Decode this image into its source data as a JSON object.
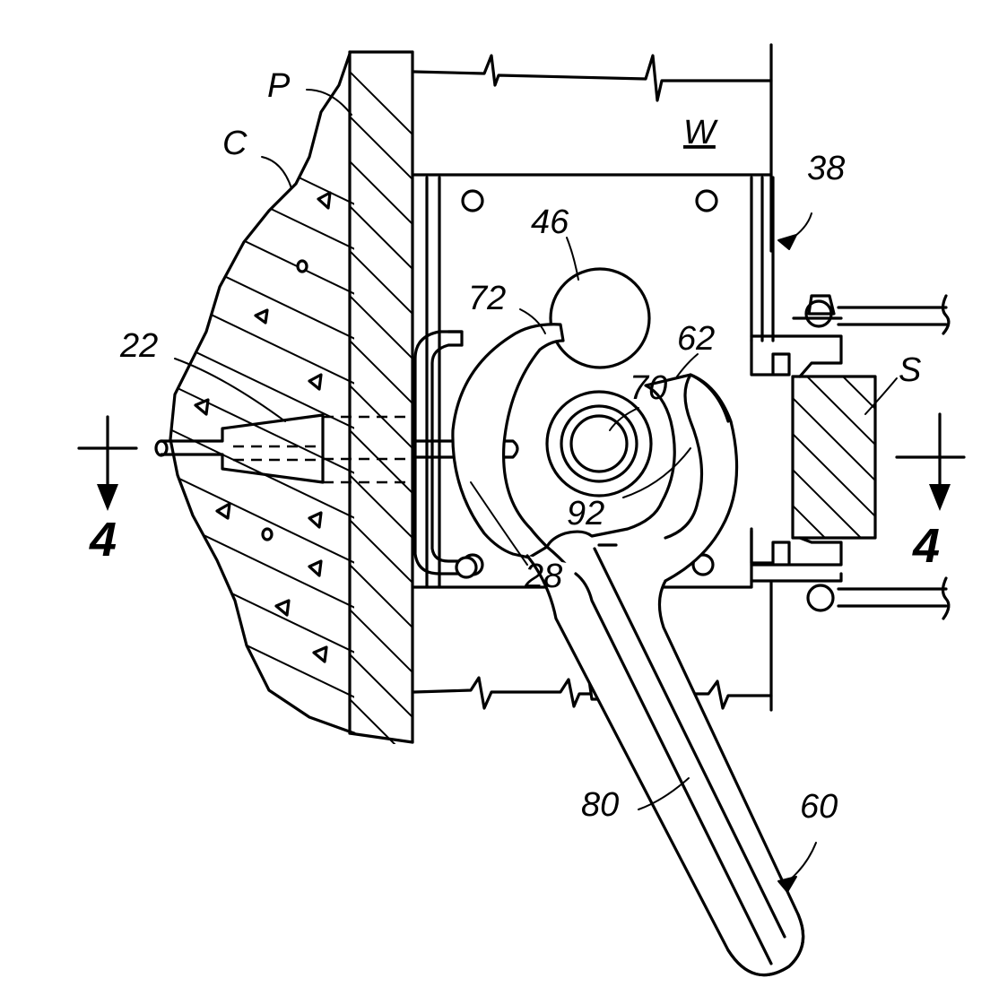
{
  "labels": {
    "concrete": "C",
    "panel": "P",
    "wall": "W",
    "bracket": "38",
    "hole": "46",
    "hook_slot": "72",
    "slot": "62",
    "bolt": "70",
    "stud": "22",
    "section_marker": "S",
    "arm": "92",
    "rod": "28",
    "handle": "80",
    "wrench": "60"
  },
  "section_indicator": {
    "left": "4",
    "right": "4"
  }
}
